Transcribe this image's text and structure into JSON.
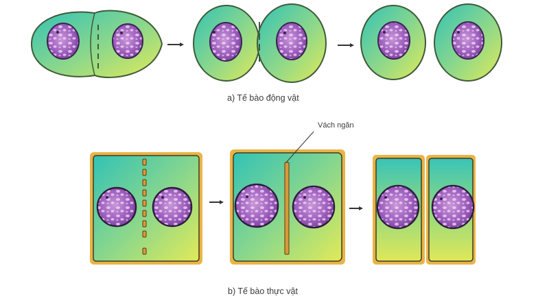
{
  "diagram": {
    "section_a": {
      "caption": "a) Tế bào động vật",
      "stages": [
        "dividing-cell-furrow-start",
        "dividing-cell-furrow-deep",
        "two-daughter-cells"
      ]
    },
    "section_b": {
      "caption": "b) Tế bào thực vật",
      "stages": [
        "cell-plate-forming",
        "cell-wall-complete",
        "two-daughter-cells"
      ],
      "annotation": "Vách ngăn"
    },
    "colors": {
      "cytoplasm_teal": "#3cc8b4",
      "cytoplasm_yellow": "#d8e85a",
      "cell_outline": "#3f5a3a",
      "cell_wall": "#e8b448",
      "nucleus": "#9a58b8",
      "nucleus_outline": "#3a2350",
      "arrow": "#333333"
    }
  }
}
